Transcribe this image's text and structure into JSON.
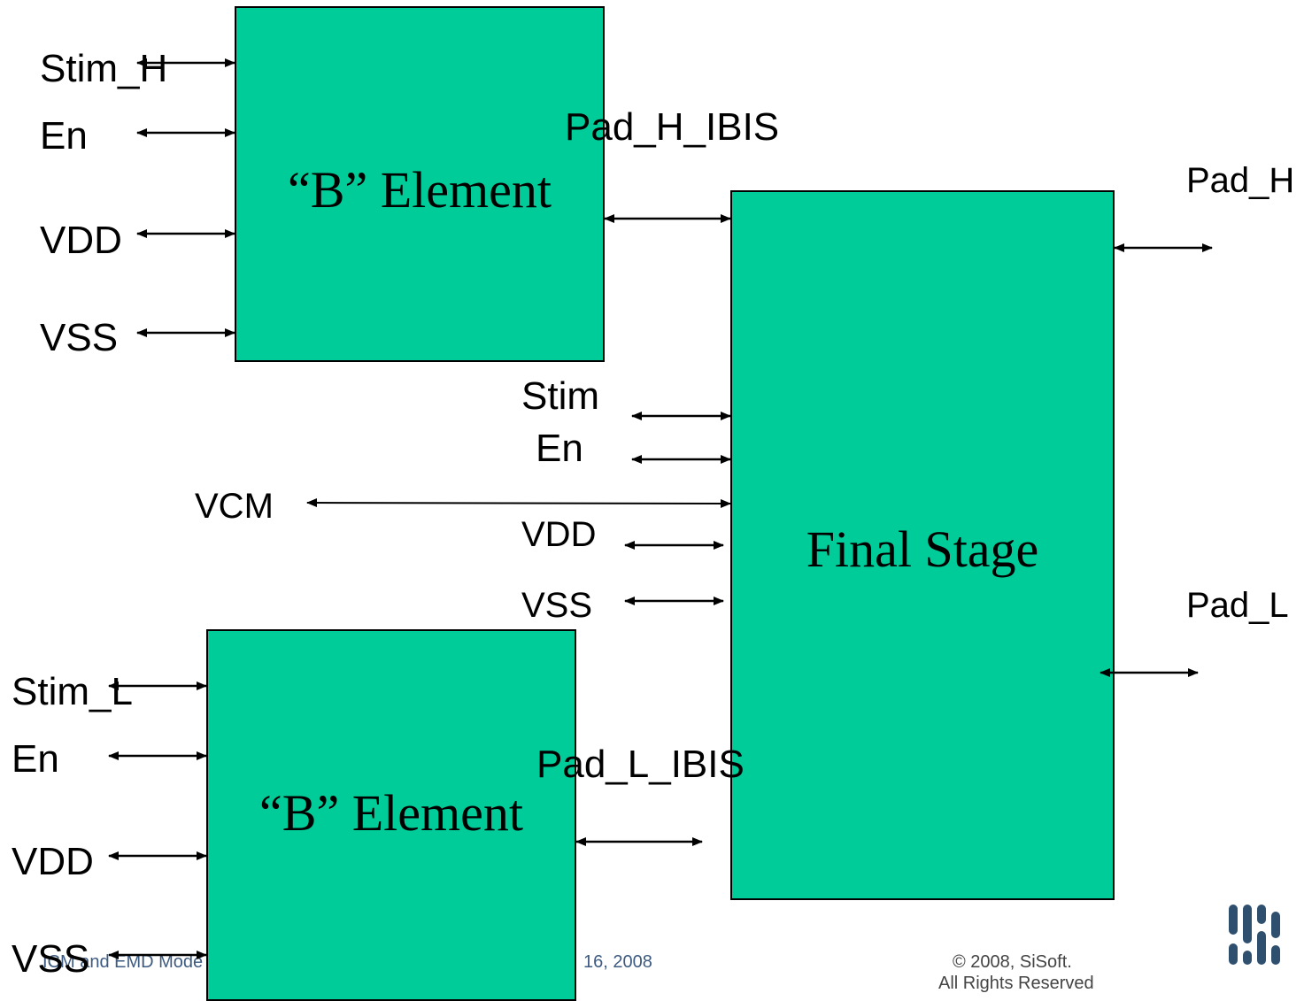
{
  "top_block": {
    "title": "“B” Element",
    "ports_left": [
      "Stim_H",
      "En",
      "VDD",
      "VSS"
    ],
    "output_label": "Pad_H_IBIS"
  },
  "bottom_block": {
    "title": "“B” Element",
    "ports_left": [
      "Stim_L",
      "En",
      "VDD",
      "VSS"
    ],
    "output_label": "Pad_L_IBIS"
  },
  "final_stage": {
    "title": "Final Stage",
    "ports_left": [
      "Stim",
      "En",
      "VCM",
      "VDD",
      "VSS"
    ],
    "ports_right": [
      "Pad_H",
      "Pad_L"
    ]
  },
  "footer": {
    "left_text": "ICM and EMD Mode",
    "date_text": "16, 2008",
    "copyright": "© 2008, SiSoft.",
    "rights": "All Rights Reserved"
  },
  "colors": {
    "block_fill": "#00cc99",
    "footer_text": "#3d5a80",
    "logo": "#2f4f6f"
  },
  "icons": {
    "logo": "sisoft-logo-icon"
  }
}
